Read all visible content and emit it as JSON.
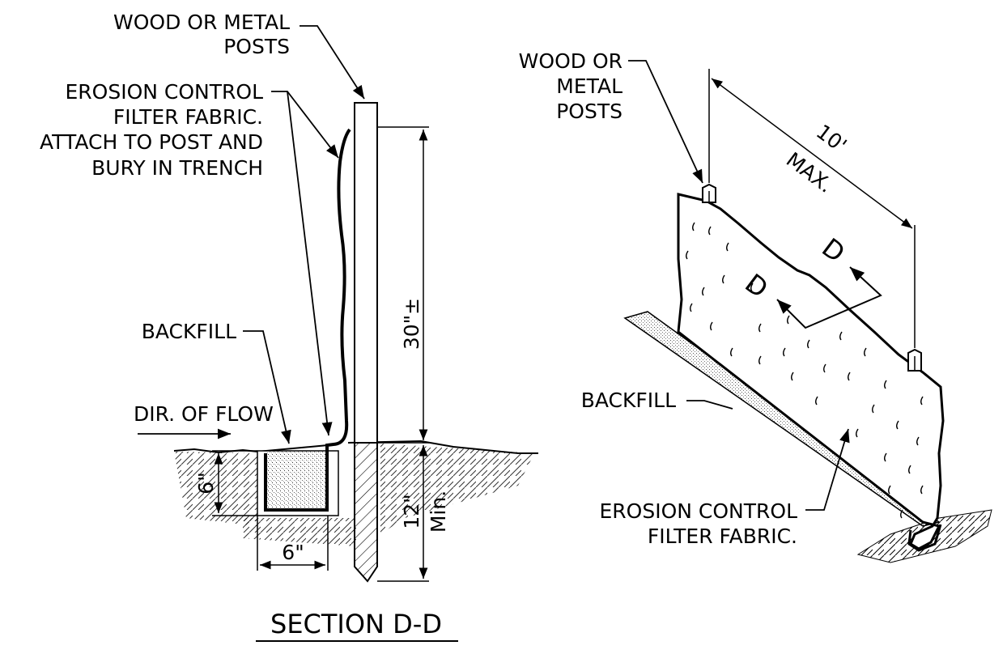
{
  "section": {
    "posts_label": [
      "WOOD OR METAL",
      "POSTS"
    ],
    "fabric_label": [
      "EROSION CONTROL",
      "FILTER FABRIC.",
      "ATTACH TO POST AND",
      "BURY IN TRENCH"
    ],
    "backfill_label": "BACKFILL",
    "flow_label": "DIR. OF FLOW",
    "dim_height": "30\"±",
    "dim_depth": "12\"",
    "dim_depth_note": "Min.",
    "dim_trench_depth": "6\"",
    "dim_trench_width": "6\"",
    "title": "SECTION D-D"
  },
  "perspective": {
    "posts_label": [
      "WOOD OR",
      "METAL",
      "POSTS"
    ],
    "spacing_label": "10'",
    "spacing_note": "MAX.",
    "section_mark_1": "D",
    "section_mark_2": "D",
    "backfill_label": "BACKFILL",
    "fabric_label": [
      "EROSION CONTROL",
      "FILTER FABRIC."
    ]
  }
}
